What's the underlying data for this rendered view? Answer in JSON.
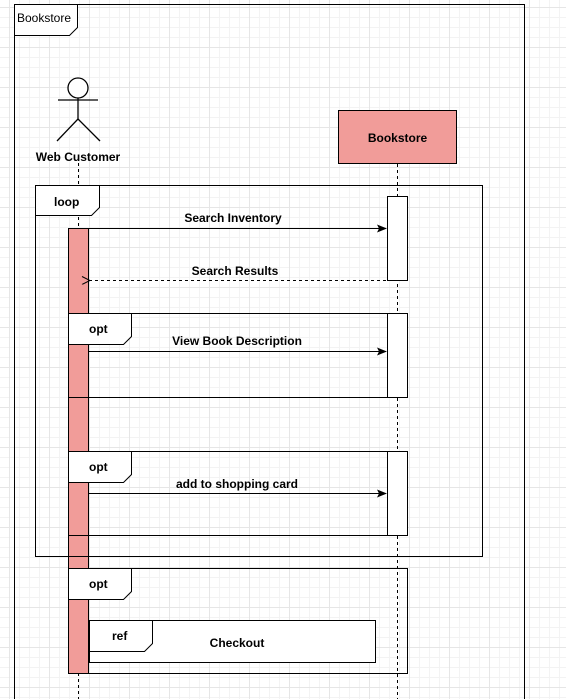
{
  "frame": {
    "label": "Bookstore"
  },
  "participants": [
    {
      "name": "Web Customer",
      "kind": "actor"
    },
    {
      "name": "Bookstore",
      "kind": "object",
      "fill": "#f19c99"
    }
  ],
  "fragments": {
    "loop": "loop",
    "opt1": "opt",
    "opt2": "opt",
    "opt3": "opt",
    "ref": "ref",
    "ref_text": "Checkout"
  },
  "messages": [
    {
      "label": "Search Inventory",
      "type": "sync"
    },
    {
      "label": "Search Results",
      "type": "return"
    },
    {
      "label": "View Book Description",
      "type": "sync"
    },
    {
      "label": "add to shopping card",
      "type": "sync"
    }
  ],
  "colors": {
    "activation_customer": "#f19c99",
    "object_fill": "#f19c99",
    "stroke": "#000000"
  }
}
